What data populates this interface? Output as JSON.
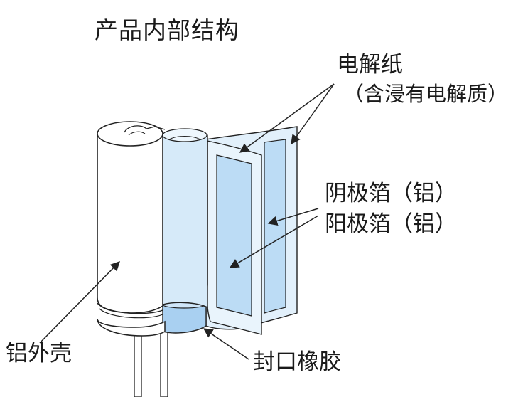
{
  "title": "产品内部结构",
  "labels": {
    "electrolytic_paper": "电解纸",
    "electrolytic_paper_note": "（含浸有电解质）",
    "cathode_foil": "阴极箔（铝）",
    "anode_foil": "阳极箔（铝）",
    "aluminum_case": "铝外壳",
    "rubber_seal": "封口橡胶"
  },
  "colors": {
    "outline": "#222222",
    "foil_blue": "#bcdcf5",
    "foil_light": "#e2f0fb",
    "seal_blue": "#a9d0f1",
    "case_white": "#ffffff"
  }
}
